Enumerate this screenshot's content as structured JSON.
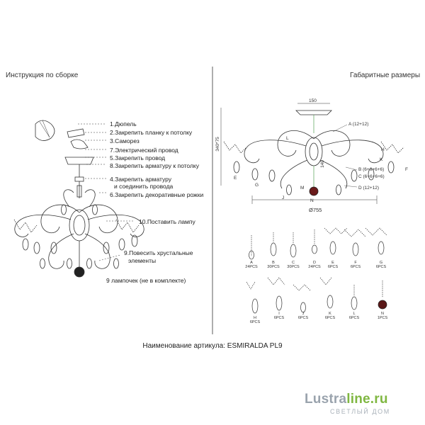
{
  "headers": {
    "assembly": "Инструкция по сборке",
    "dimensions": "Габаритные размеры"
  },
  "steps": [
    "1.Дюпель",
    "2.Закрепить планку к потолку",
    "3.Саморез",
    "7.Электрический провод",
    "5.Закрепить провод",
    "8.Закрепить арматуру к потолку",
    "4.Закрепить арматуру",
    "и соединить провода",
    "6.Закрепить декоративные рожки",
    "10.Поставить лампу",
    "9.Повесить хрустальные",
    "элементы",
    "9 лампочек (не в комплекте)"
  ],
  "dimensions": {
    "width": "Ø755",
    "height": "340*75",
    "top": "150",
    "mid": "140",
    "callout_a": "A (12+12)",
    "callout_b": "B (6+6+6+6)",
    "callout_c": "C (6+6+6+6)",
    "callout_d": "D (12+12)",
    "marker_e": "E",
    "marker_f": "F",
    "marker_g": "G",
    "marker_h": "H",
    "marker_j": "J",
    "marker_k": "K",
    "marker_l": "L",
    "marker_m": "M",
    "marker_n": "N"
  },
  "parts": [
    {
      "letter": "A",
      "qty": "24PCS"
    },
    {
      "letter": "B",
      "qty": "30PCS"
    },
    {
      "letter": "C",
      "qty": "30PCS"
    },
    {
      "letter": "D",
      "qty": "24PCS"
    },
    {
      "letter": "E",
      "qty": "6PCS"
    },
    {
      "letter": "F",
      "qty": "6PCS"
    },
    {
      "letter": "G",
      "qty": "6PCS"
    },
    {
      "letter": "H",
      "qty": "6PCS"
    },
    {
      "letter": "I",
      "qty": "6PCS"
    },
    {
      "letter": "J",
      "qty": "6PCS"
    },
    {
      "letter": "K",
      "qty": "6PCS"
    },
    {
      "letter": "L",
      "qty": "6PCS"
    },
    {
      "letter": "N",
      "qty": "1PCS"
    }
  ],
  "article": "Наименование артикула: ESMIRALDA PL9",
  "logo": {
    "part_a": "Lustra",
    "part_b": "line.ru",
    "subtitle": "СВЕТЛЫЙ ДОМ"
  }
}
